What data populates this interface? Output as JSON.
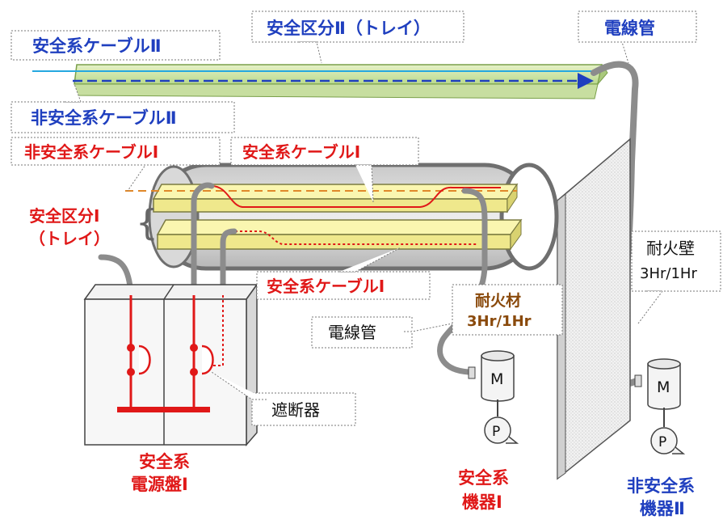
{
  "labels": {
    "safety_cable_2": "安全系ケーブルⅡ",
    "safety_division_2": "安全区分Ⅱ（トレイ）",
    "conduit_top": "電線管",
    "non_safety_cable_2": "非安全系ケーブルⅡ",
    "non_safety_cable_1": "非安全系ケーブルⅠ",
    "safety_cable_1_top": "安全系ケーブルⅠ",
    "safety_division_1_line1": "安全区分Ⅰ",
    "safety_division_1_line2": "（トレイ）",
    "safety_cable_1_bottom": "安全系ケーブルⅠ",
    "fire_material_line1": "耐火材",
    "fire_material_line2": "3Hr/1Hr",
    "conduit_mid": "電線管",
    "breaker": "遮断器",
    "fire_wall_line1": "耐火壁",
    "fire_wall_line2": "3Hr/1Hr",
    "panel_line1": "安全系",
    "panel_line2": "電源盤Ⅰ",
    "equip1_line1": "安全系",
    "equip1_line2": "機器Ⅰ",
    "equip2_line1": "非安全系",
    "equip2_line2": "機器Ⅱ",
    "motor1": "M",
    "pump1": "P",
    "motor2": "M",
    "pump2": "P"
  },
  "colors": {
    "safety_red": "#e01818",
    "safety_blue": "#1f3fbf",
    "tray_yellow": "#f6f3a0",
    "tray_green": "#cfe8a8",
    "conduit_gray": "#8c8c8c",
    "fire_material_brown": "#8a4a0c"
  }
}
